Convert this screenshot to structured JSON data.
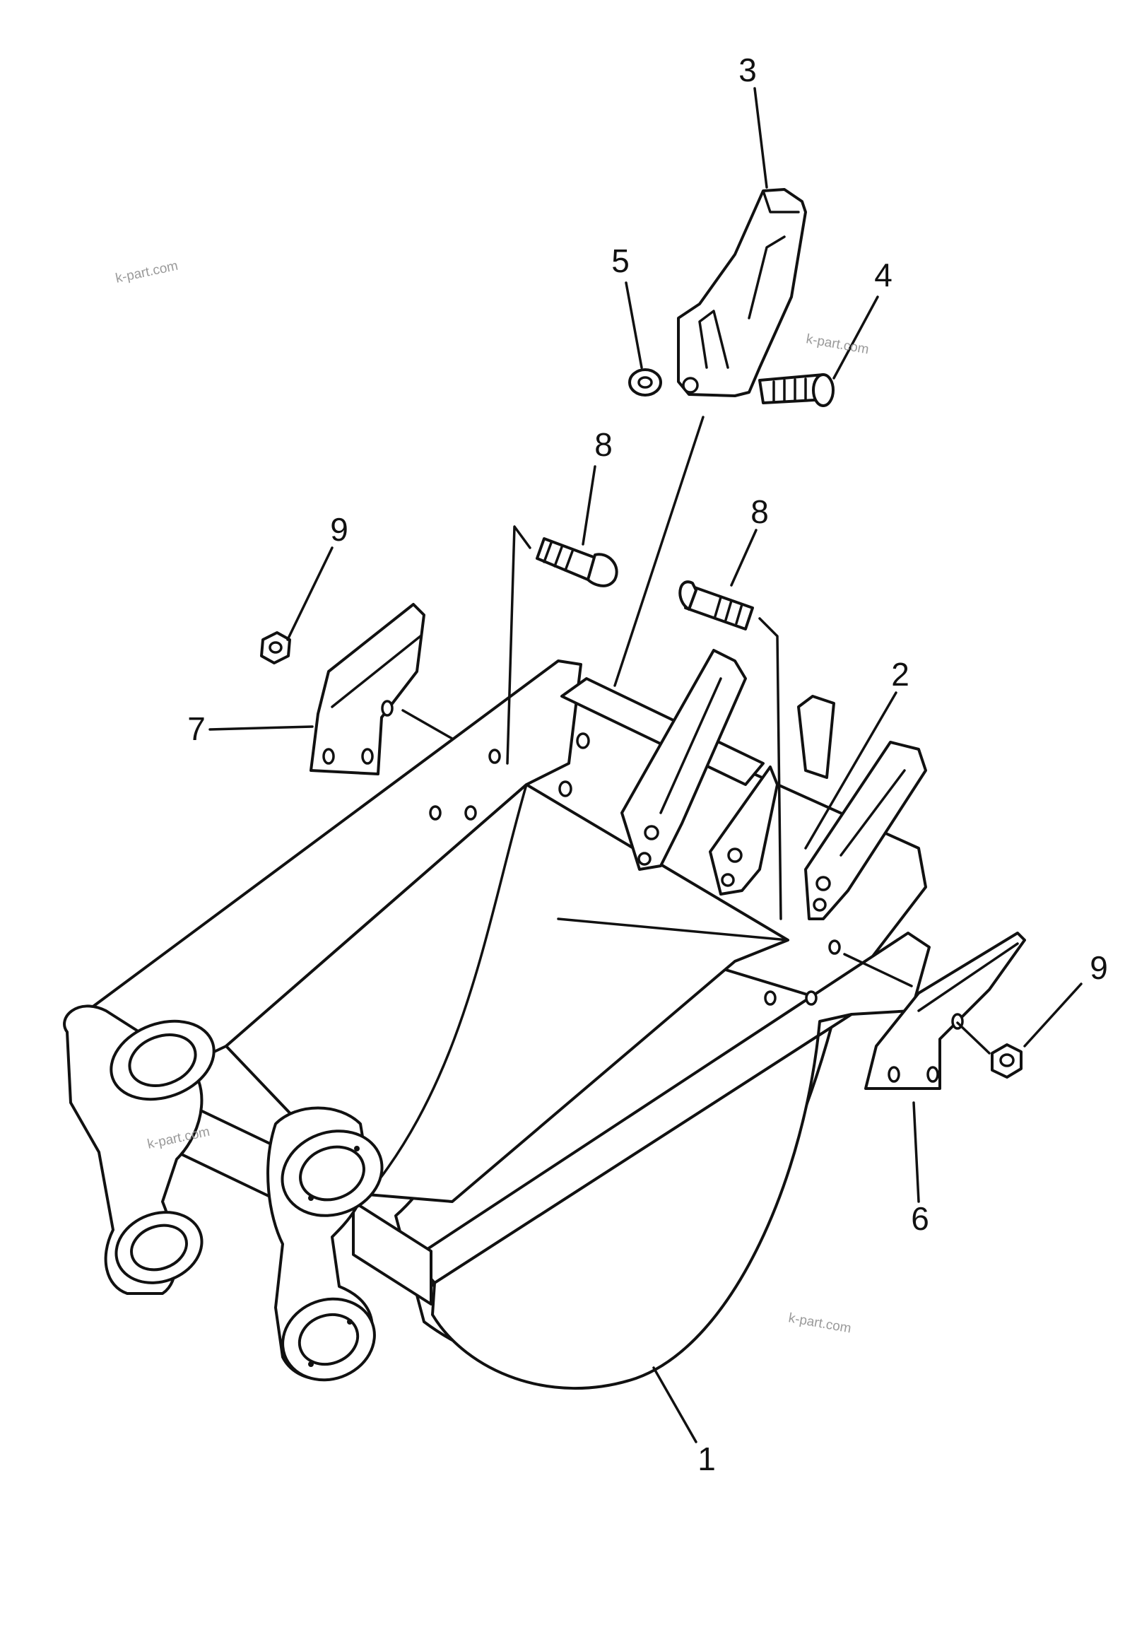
{
  "callouts": {
    "c1": "1",
    "c2": "2",
    "c3": "3",
    "c4": "4",
    "c5": "5",
    "c6": "6",
    "c7": "7",
    "c8a": "8",
    "c8b": "8",
    "c9a": "9",
    "c9b": "9"
  },
  "watermark": {
    "w1": "k-part.com",
    "w2": "k-part.com",
    "w3": "k-part.com",
    "w4": "k-part.com"
  }
}
